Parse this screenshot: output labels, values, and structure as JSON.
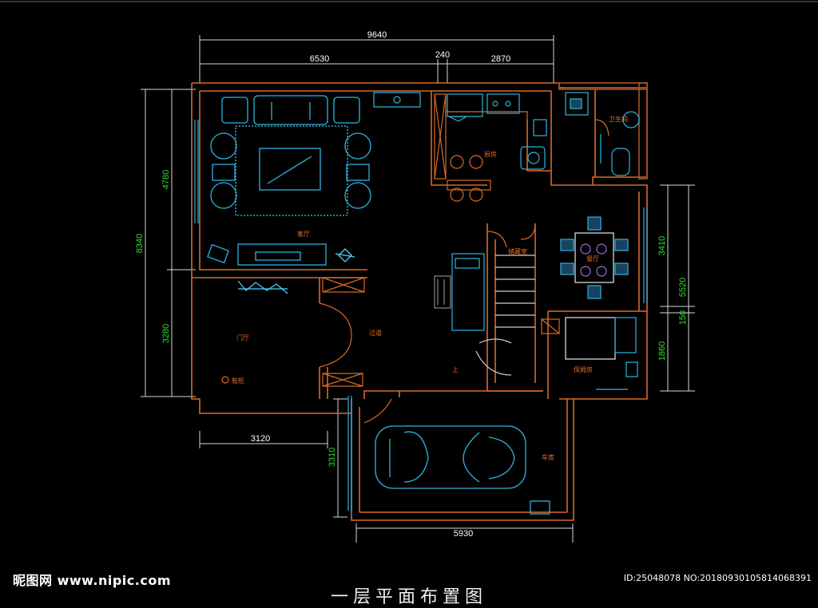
{
  "title": "一层平面布置图",
  "dimensions": {
    "top_total": "9640",
    "top_left": "6530",
    "top_mid": "240",
    "top_right": "2870",
    "left_total": "8340",
    "left_upper": "4780",
    "left_lower": "3280",
    "right_upper": "3410",
    "right_total": "5520",
    "right_mid": "150",
    "right_lower": "1860",
    "bottom_left": "3120",
    "garage_height": "3310",
    "garage_width": "5930"
  },
  "rooms": {
    "living": "客厅",
    "kitchen": "厨房",
    "bath": "卫生间",
    "dining": "餐厅",
    "storage": "储藏室",
    "foyer": "门厅",
    "hall": "过道",
    "shoe": "鞋柜",
    "nanny": "保姆房",
    "garage": "车库",
    "up": "上"
  },
  "watermark": {
    "site": "昵图网 www.nipic.com",
    "id": "ID:25048078 NO:20180930105814068391"
  },
  "colors": {
    "wall": "#d86a28",
    "furniture": "#2fb4e0",
    "dim_line": "#e8e8e8",
    "dim_green": "#2fe02f",
    "table": "#8a6ad8"
  }
}
